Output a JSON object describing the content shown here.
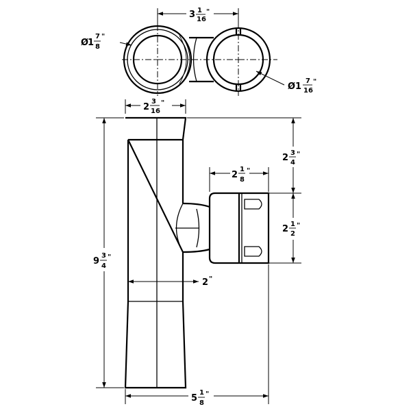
{
  "dimensions": {
    "top_spacing": {
      "whole": "3",
      "num": "1",
      "den": "16",
      "unit": "\""
    },
    "left_diameter": {
      "symbol": "Ø",
      "whole": "1",
      "num": "7",
      "den": "8",
      "unit": "\""
    },
    "right_diameter": {
      "symbol": "Ø",
      "whole": "1",
      "num": "7",
      "den": "16",
      "unit": "\""
    },
    "tube_top_width": {
      "whole": "2",
      "num": "3",
      "den": "16",
      "unit": "\""
    },
    "clamp_width": {
      "whole": "2",
      "num": "1",
      "den": "8",
      "unit": "\""
    },
    "upper_height": {
      "whole": "2",
      "num": "3",
      "den": "4",
      "unit": "\""
    },
    "clamp_height": {
      "whole": "2",
      "num": "1",
      "den": "2",
      "unit": "\""
    },
    "overall_height": {
      "whole": "9",
      "num": "3",
      "den": "4",
      "unit": "\""
    },
    "mid_offset": {
      "whole": "2",
      "unit": "\""
    },
    "overall_width": {
      "whole": "5",
      "num": "1",
      "den": "8",
      "unit": "\""
    }
  }
}
